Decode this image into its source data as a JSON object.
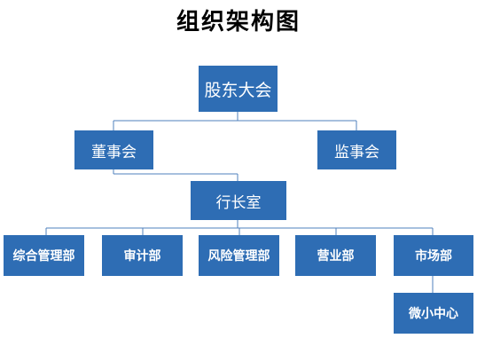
{
  "title": "组织架构图",
  "colors": {
    "box_fill": "#2e6db4",
    "box_text": "#ffffff",
    "connector": "#4f81bd",
    "title": "#000000"
  },
  "nodes": {
    "shareholders": "股东大会",
    "board": "董事会",
    "supervisory": "监事会",
    "president_office": "行长室",
    "departments": [
      "综合管理部",
      "审计部",
      "风险管理部",
      "营业部",
      "市场部"
    ],
    "micro_center": "微小中心"
  }
}
